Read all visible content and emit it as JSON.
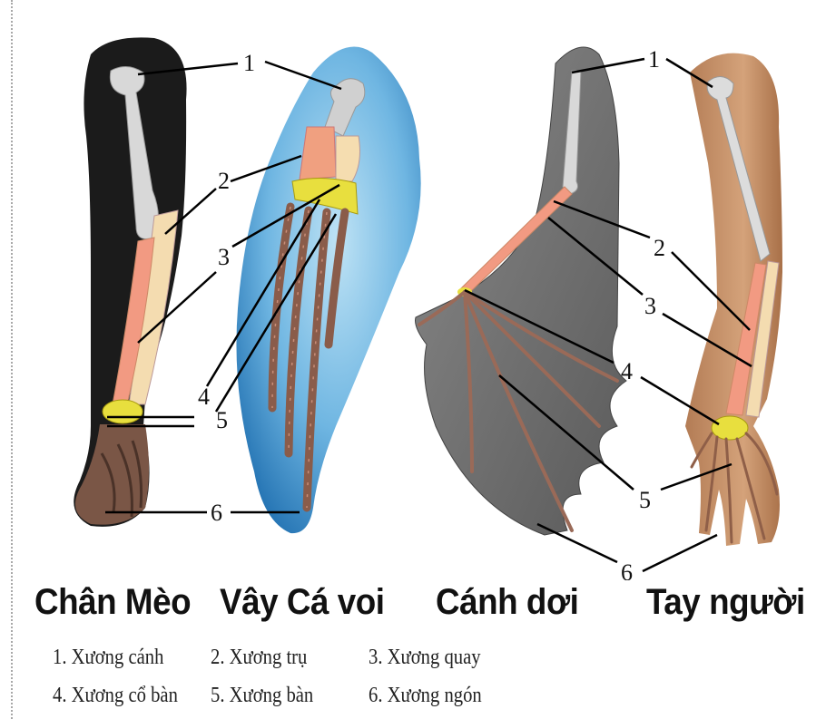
{
  "callout_numbers": {
    "n1": "1",
    "n2": "2",
    "n3": "3",
    "n4": "4",
    "n5": "5",
    "n6": "6"
  },
  "titles": {
    "cat": "Chân Mèo",
    "whale": "Vây Cá voi",
    "bat": "Cánh dơi",
    "human": "Tay người"
  },
  "legend": [
    "1. Xương cánh",
    "2. Xương trụ",
    "3. Xương quay",
    "4. Xương cổ bàn",
    "5. Xương bàn",
    "6. Xương ngón"
  ],
  "colors": {
    "cat_fur": "#1a1a1a",
    "whale_fin": "#3f8fcf",
    "bat_wing": "#6a6a6a",
    "human_skin": "#c0906a",
    "humerus": "#d9d9d9",
    "ulna": "#f4d9a8",
    "radius": "#f29a82",
    "carpals": "#e8e040",
    "digits": "#9a6a58"
  }
}
